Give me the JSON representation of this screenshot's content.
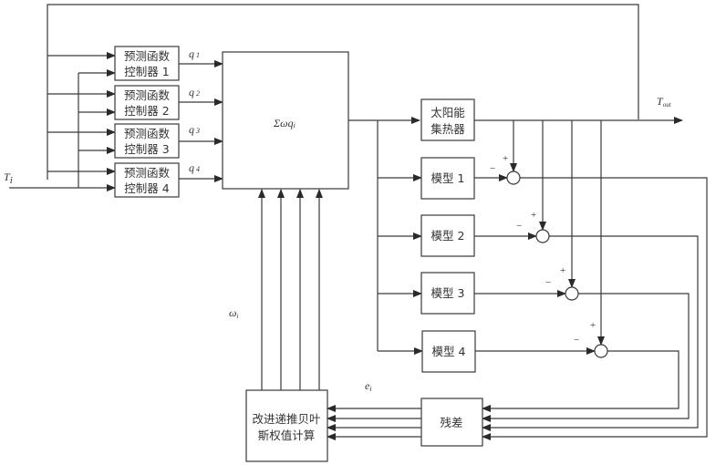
{
  "controllers": [
    {
      "line1": "预测函数",
      "line2": "控制器 1",
      "output": "q",
      "sub": "1"
    },
    {
      "line1": "预测函数",
      "line2": "控制器 2",
      "output": "q",
      "sub": "2"
    },
    {
      "line1": "预测函数",
      "line2": "控制器 3",
      "output": "q",
      "sub": "3"
    },
    {
      "line1": "预测函数",
      "line2": "控制器 4",
      "output": "q",
      "sub": "4"
    }
  ],
  "summer": {
    "label": "Σωq",
    "sub": "i"
  },
  "collector": {
    "line1": "太阳能",
    "line2": "集热器"
  },
  "models": [
    {
      "label": "模型 1"
    },
    {
      "label": "模型 2"
    },
    {
      "label": "模型 3"
    },
    {
      "label": "模型 4"
    }
  ],
  "residual": {
    "label": "残差"
  },
  "bayes": {
    "line1": "改进递推贝叶",
    "line2": "斯权值计算"
  },
  "signals": {
    "input": {
      "base": "T",
      "sub": "i"
    },
    "output": {
      "base": "T",
      "sub": "out"
    },
    "weights": {
      "base": "ω",
      "sub": "i"
    },
    "errors": {
      "base": "e",
      "sub": "i"
    }
  },
  "signs": {
    "plus": "+",
    "minus": "−"
  }
}
